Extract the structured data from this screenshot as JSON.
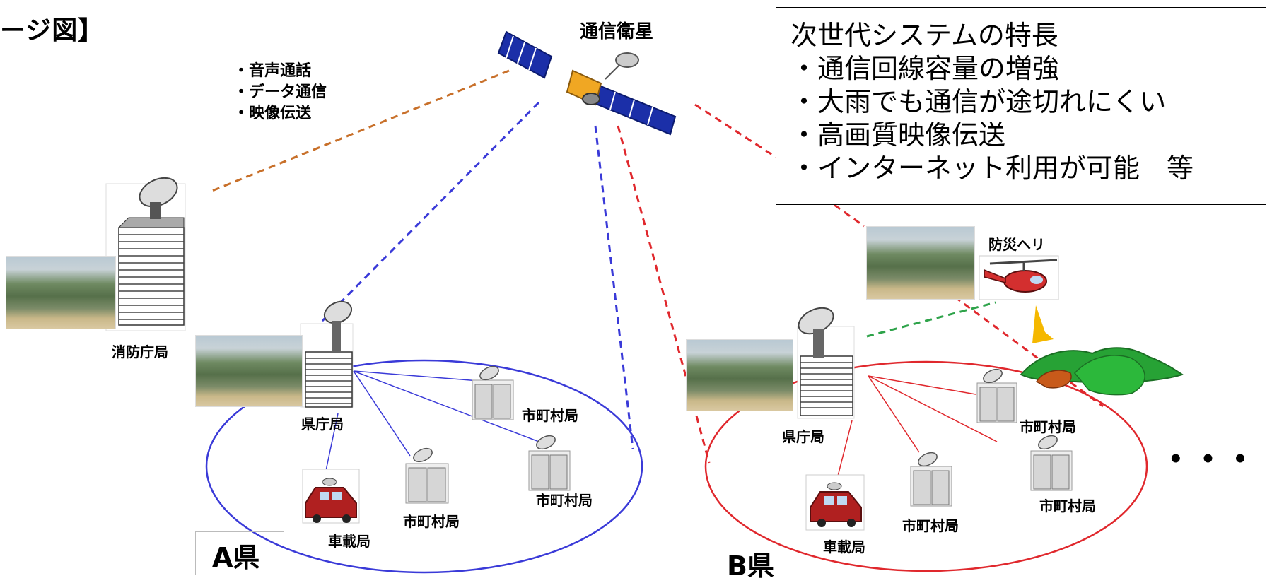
{
  "title": "ージ図】",
  "services": [
    "・音声通話",
    "・データ通信",
    "・映像伝送"
  ],
  "satellite_label": "通信衛星",
  "features": {
    "heading": "次世代システムの特長",
    "items": [
      "・通信回線容量の増強",
      "・大雨でも通信が途切れにくい",
      "・高画質映像伝送",
      "・インターネット利用が可能　等"
    ]
  },
  "stations": {
    "fdma": "消防庁局",
    "pref_a": "県庁局",
    "pref_b": "県庁局",
    "muni_a1": "市町村局",
    "muni_a2": "市町村局",
    "muni_a3": "市町村局",
    "vehicle_a": "車載局",
    "muni_b1": "市町村局",
    "muni_b2": "市町村局",
    "muni_b3": "市町村局",
    "vehicle_b": "車載局",
    "heli": "防災ヘリ"
  },
  "prefectures": {
    "a": "A県",
    "b": "B県"
  },
  "more": "• • •",
  "colors": {
    "link_a": "#3a3ad8",
    "link_b": "#e0282d",
    "link_fdma": "#c8702a",
    "link_heli": "#2ea34a",
    "satellite_panel": "#1b2fa8",
    "mountain": "#27a235"
  }
}
